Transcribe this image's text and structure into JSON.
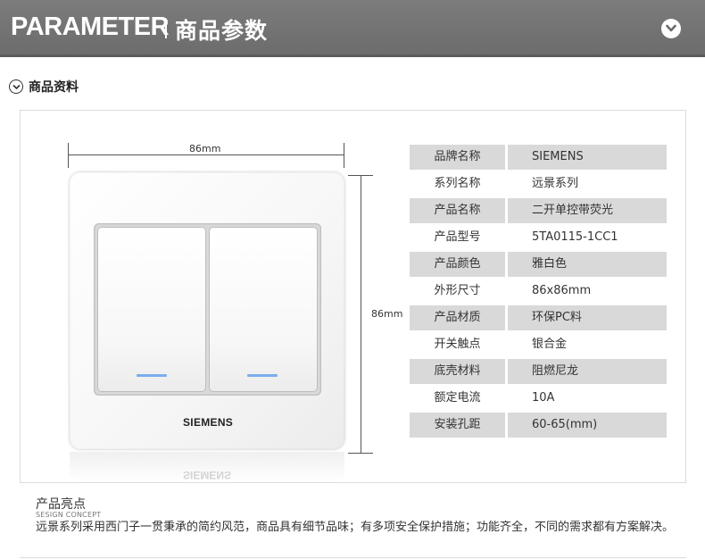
{
  "header": {
    "title_en": "PARAMETER",
    "title_cn": "商品参数"
  },
  "section": {
    "title": "商品资料"
  },
  "product": {
    "width_label": "86mm",
    "height_label": "86mm",
    "brand_logo": "SIEMENS",
    "led_color": "#7aaeea"
  },
  "specs": [
    {
      "key": "品牌名称",
      "value": "SIEMENS"
    },
    {
      "key": "系列名称",
      "value": "远景系列"
    },
    {
      "key": "产品名称",
      "value": "二开单控带荧光"
    },
    {
      "key": "产品型号",
      "value": "5TA0115-1CC1"
    },
    {
      "key": "产品颜色",
      "value": "雅白色"
    },
    {
      "key": "外形尺寸",
      "value": "86x86mm"
    },
    {
      "key": "产品材质",
      "value": "环保PC料"
    },
    {
      "key": "开关触点",
      "value": "银合金"
    },
    {
      "key": "底壳材料",
      "value": "阻燃尼龙"
    },
    {
      "key": "额定电流",
      "value": "10A"
    },
    {
      "key": "安装孔距",
      "value": "60-65(mm)"
    }
  ],
  "highlight": {
    "title": "产品亮点",
    "subtitle": "SESIGN CONCEPT",
    "body": "远景系列采用西门子一贯秉承的简约风范，商品具有细节品味；有多项安全保护措施；功能齐全，不同的需求都有方案解决。"
  }
}
